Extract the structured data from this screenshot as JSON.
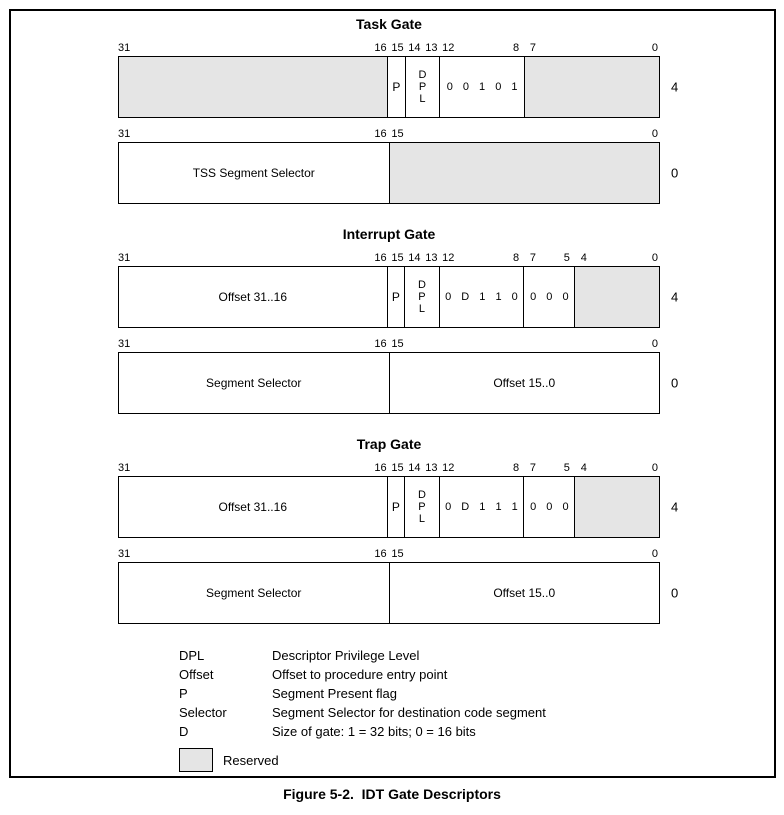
{
  "colors": {
    "background": "#ffffff",
    "border": "#000000",
    "reserved_fill": "#e5e5e5"
  },
  "gates": [
    {
      "title": "Task Gate",
      "rows": [
        {
          "side_label": "4",
          "bit_labels": [
            31,
            16,
            15,
            14,
            13,
            12,
            8,
            7,
            0
          ],
          "fields": [
            {
              "name": "reserved-31-16",
              "label": "",
              "bits": 16,
              "reserved": true
            },
            {
              "name": "p",
              "label": "P",
              "bits": 1,
              "reserved": false
            },
            {
              "name": "dpl",
              "label": "D\nP\nL",
              "bits": 2,
              "reserved": false
            },
            {
              "name": "type-bits",
              "label": "0 0 1 0 1",
              "bits": 5,
              "reserved": false,
              "spread": true
            },
            {
              "name": "reserved-7-0",
              "label": "",
              "bits": 8,
              "reserved": true
            }
          ]
        },
        {
          "side_label": "0",
          "bit_labels": [
            31,
            16,
            15,
            0
          ],
          "fields": [
            {
              "name": "tss-segment-selector",
              "label": "TSS Segment Selector",
              "bits": 16,
              "reserved": false
            },
            {
              "name": "reserved-15-0",
              "label": "",
              "bits": 16,
              "reserved": true
            }
          ]
        }
      ]
    },
    {
      "title": "Interrupt Gate",
      "rows": [
        {
          "side_label": "4",
          "bit_labels": [
            31,
            16,
            15,
            14,
            13,
            12,
            8,
            7,
            5,
            4,
            0
          ],
          "fields": [
            {
              "name": "offset-31-16",
              "label": "Offset 31..16",
              "bits": 16,
              "reserved": false
            },
            {
              "name": "p",
              "label": "P",
              "bits": 1,
              "reserved": false
            },
            {
              "name": "dpl",
              "label": "D\nP\nL",
              "bits": 2,
              "reserved": false
            },
            {
              "name": "type-bits",
              "label": "0 D 1 1 0",
              "bits": 5,
              "reserved": false,
              "spread": true
            },
            {
              "name": "zero-bits",
              "label": "0 0 0",
              "bits": 3,
              "reserved": false,
              "spread": true
            },
            {
              "name": "reserved-4-0",
              "label": "",
              "bits": 5,
              "reserved": true
            }
          ]
        },
        {
          "side_label": "0",
          "bit_labels": [
            31,
            16,
            15,
            0
          ],
          "fields": [
            {
              "name": "segment-selector",
              "label": "Segment Selector",
              "bits": 16,
              "reserved": false
            },
            {
              "name": "offset-15-0",
              "label": "Offset 15..0",
              "bits": 16,
              "reserved": false
            }
          ]
        }
      ]
    },
    {
      "title": "Trap Gate",
      "rows": [
        {
          "side_label": "4",
          "bit_labels": [
            31,
            16,
            15,
            14,
            13,
            12,
            8,
            7,
            5,
            4,
            0
          ],
          "fields": [
            {
              "name": "offset-31-16",
              "label": "Offset 31..16",
              "bits": 16,
              "reserved": false
            },
            {
              "name": "p",
              "label": "P",
              "bits": 1,
              "reserved": false
            },
            {
              "name": "dpl",
              "label": "D\nP\nL",
              "bits": 2,
              "reserved": false
            },
            {
              "name": "type-bits",
              "label": "0 D 1 1 1",
              "bits": 5,
              "reserved": false,
              "spread": true
            },
            {
              "name": "zero-bits",
              "label": "0 0 0",
              "bits": 3,
              "reserved": false,
              "spread": true
            },
            {
              "name": "reserved-4-0",
              "label": "",
              "bits": 5,
              "reserved": true
            }
          ]
        },
        {
          "side_label": "0",
          "bit_labels": [
            31,
            16,
            15,
            0
          ],
          "fields": [
            {
              "name": "segment-selector",
              "label": "Segment Selector",
              "bits": 16,
              "reserved": false
            },
            {
              "name": "offset-15-0",
              "label": "Offset 15..0",
              "bits": 16,
              "reserved": false
            }
          ]
        }
      ]
    }
  ],
  "legend": {
    "entries": [
      {
        "term": "DPL",
        "description": "Descriptor Privilege Level"
      },
      {
        "term": "Offset",
        "description": "Offset to procedure entry point"
      },
      {
        "term": "P",
        "description": "Segment Present flag"
      },
      {
        "term": "Selector",
        "description": "Segment Selector for destination code segment"
      },
      {
        "term": "D",
        "description": "Size of gate: 1 = 32 bits; 0 = 16 bits"
      }
    ],
    "reserved_label": "Reserved"
  },
  "caption": "Figure 5-2.  IDT Gate Descriptors"
}
